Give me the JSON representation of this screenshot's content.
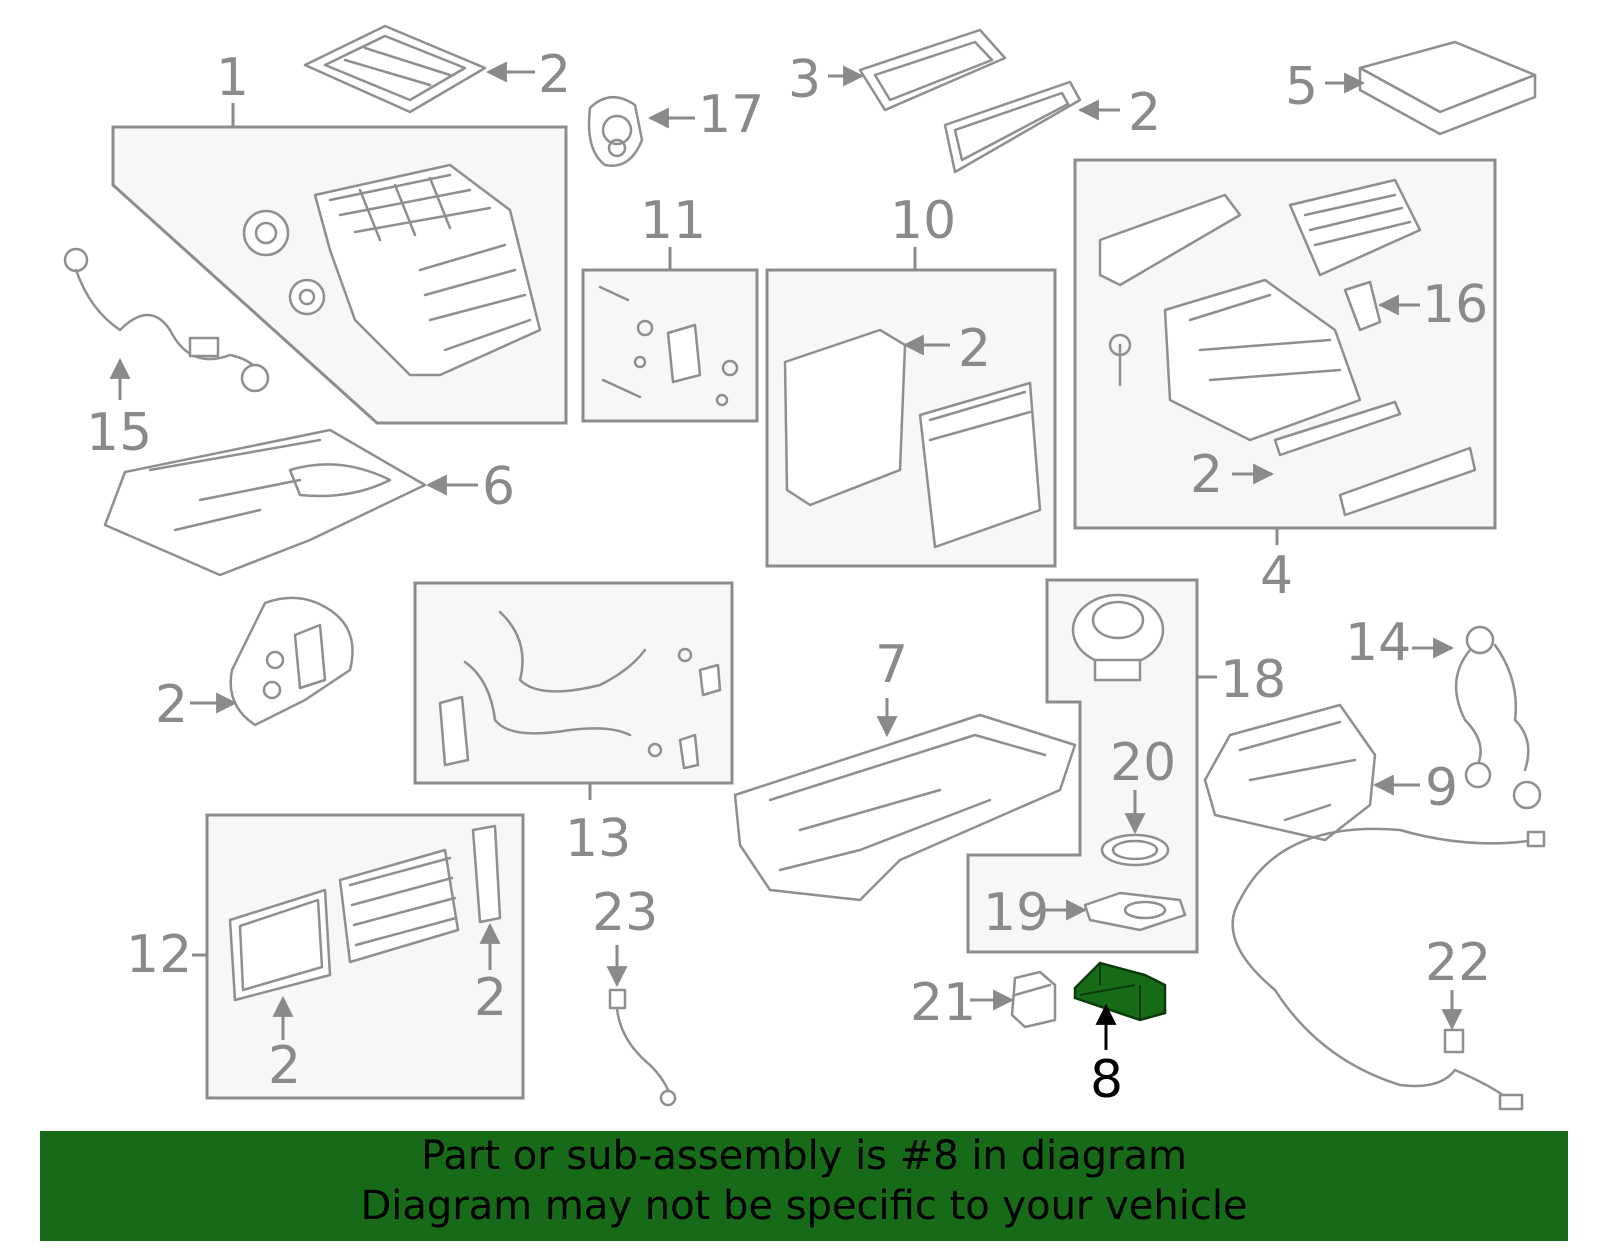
{
  "colors": {
    "highlight": "#176a17",
    "banner": "#176a17",
    "line": "#8c8c8c",
    "label": "#8a8a8a"
  },
  "diagram": {
    "highlighted_part": "8",
    "labels": {
      "p1": "1",
      "p2a": "2",
      "p3": "3",
      "p2b": "2",
      "p5": "5",
      "p17": "17",
      "p11": "11",
      "p10": "10",
      "p2c": "2",
      "p16": "16",
      "p15": "15",
      "p2d": "2",
      "p6": "6",
      "p4": "4",
      "p14": "14",
      "p7": "7",
      "p18": "18",
      "p2e": "2",
      "p13": "13",
      "p20": "20",
      "p9": "9",
      "p12": "12",
      "p23": "23",
      "p19": "19",
      "p2f": "2",
      "p2g": "2",
      "p21": "21",
      "p22": "22",
      "p8": "8"
    }
  },
  "banner": {
    "line1": "Part or sub-assembly is #8 in diagram",
    "line2": "Diagram may not be specific to your vehicle"
  }
}
